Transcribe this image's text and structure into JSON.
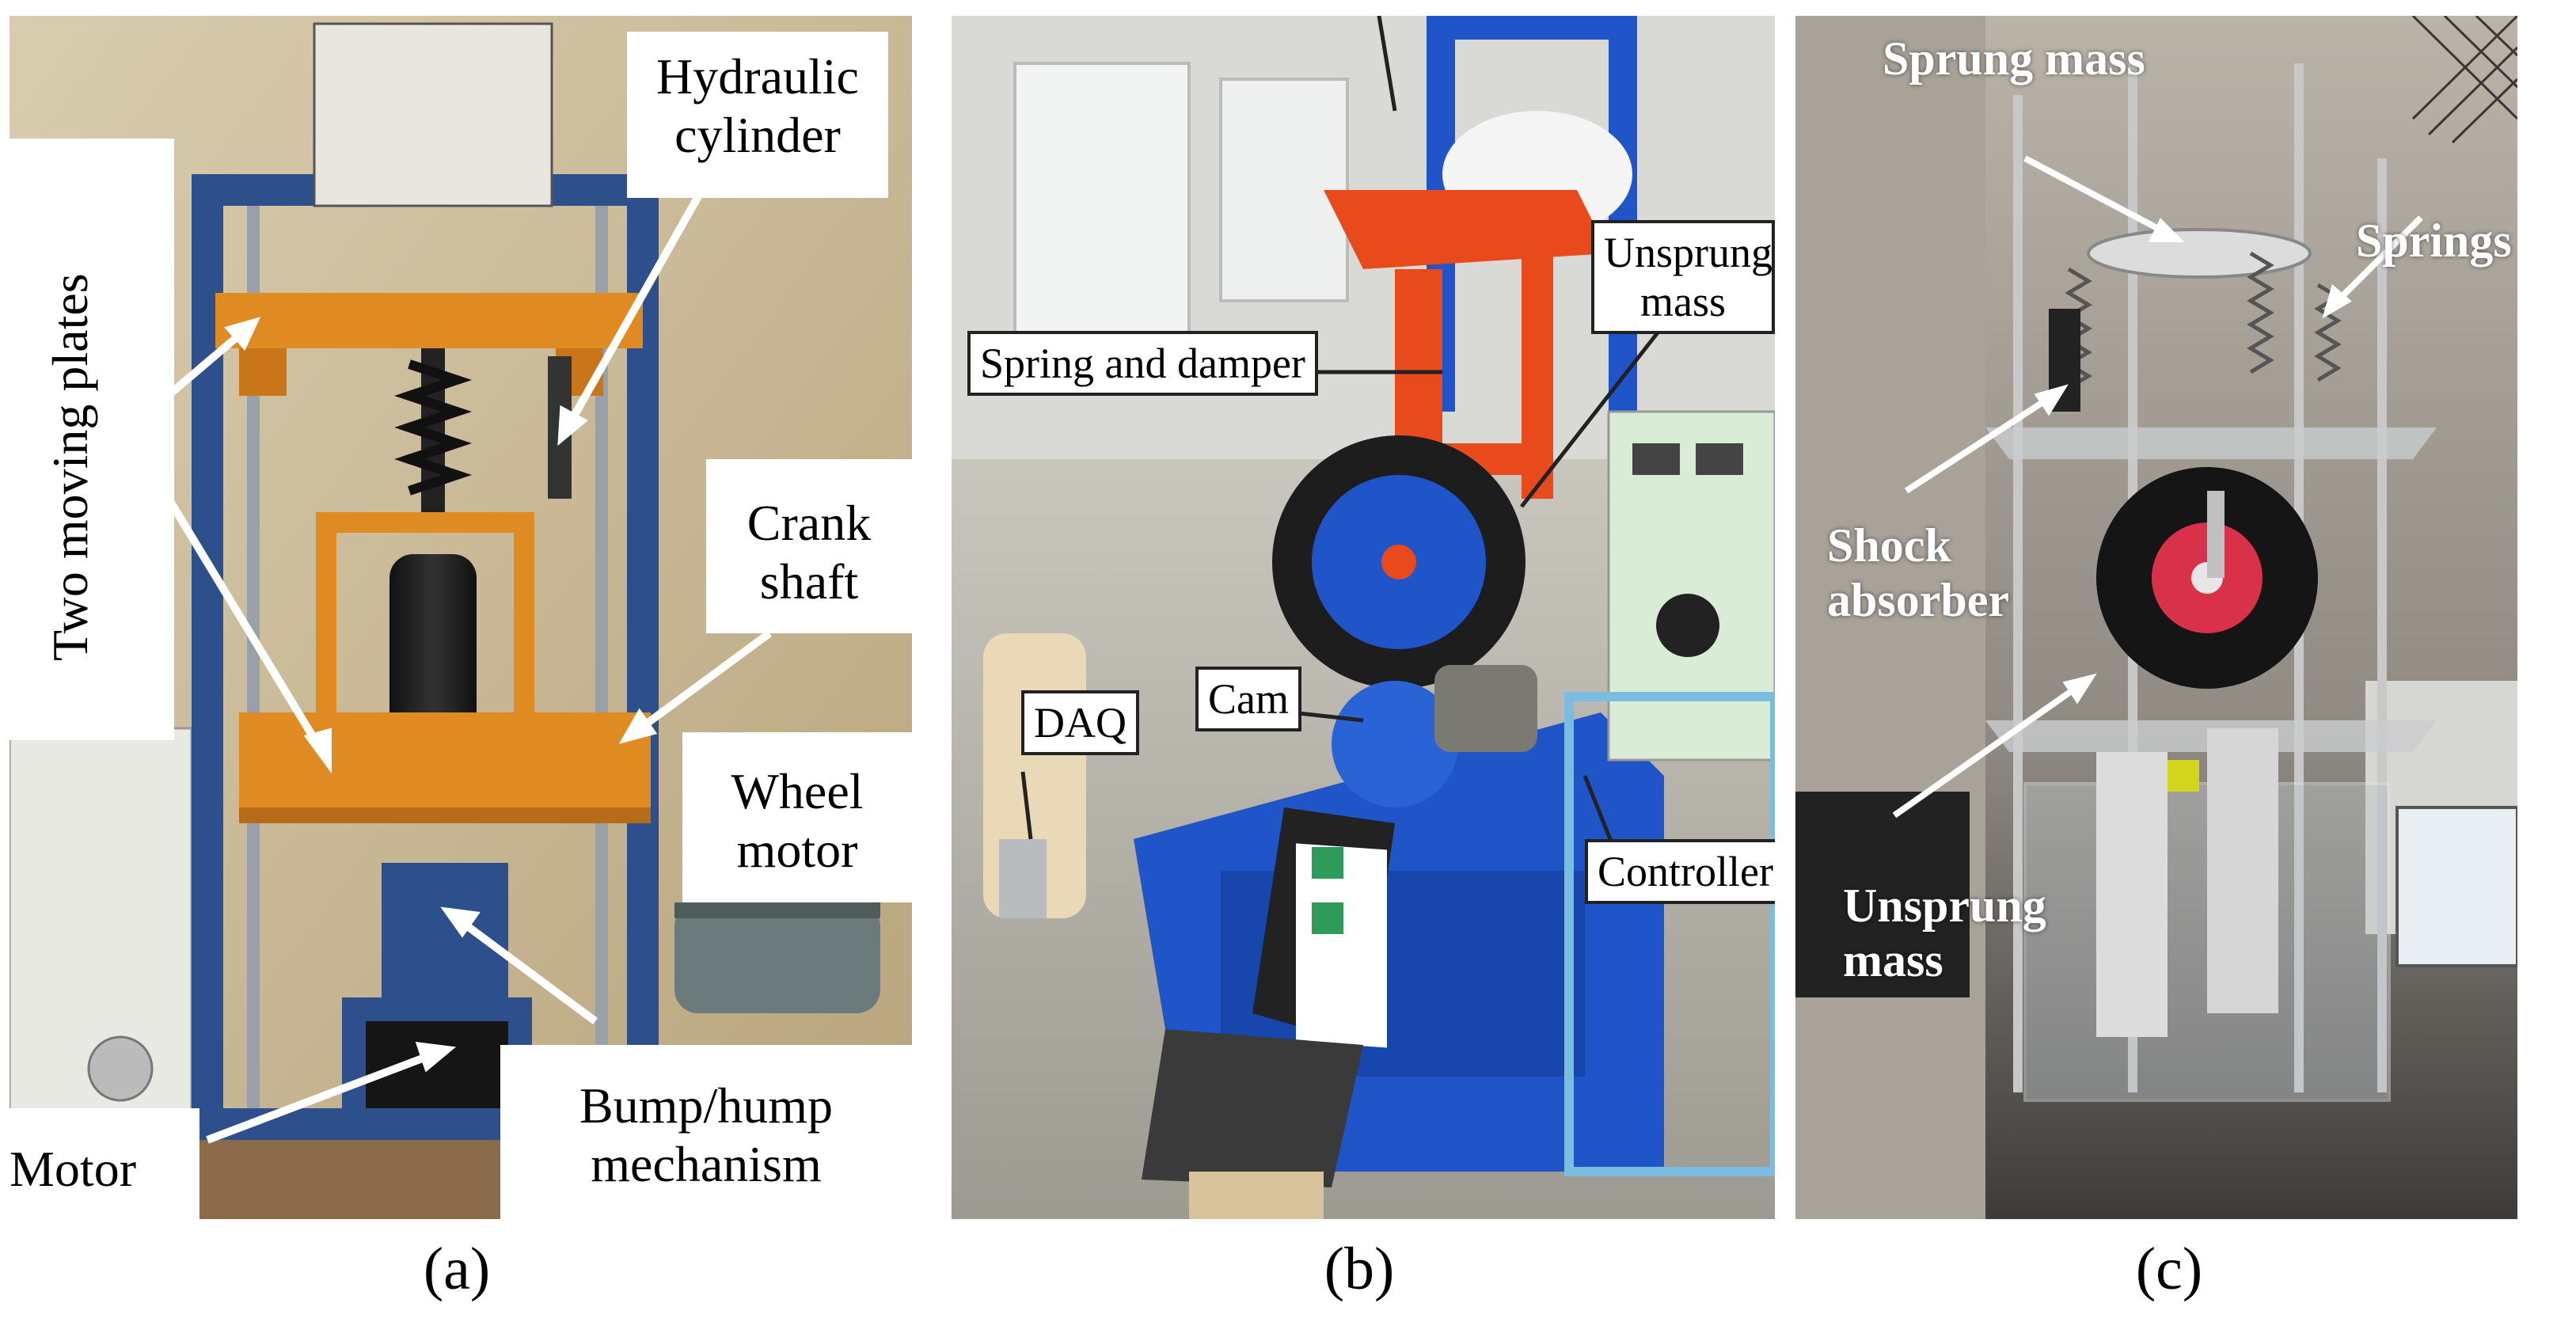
{
  "colors": {
    "frame_blue": "#2d4f8c",
    "plate_orange": "#e08a22",
    "rig_blue": "#1f55c8",
    "rig_red": "#e84a1c",
    "annotation_white": "#ffffff"
  },
  "panel_a": {
    "caption": "(a)",
    "labels": {
      "two_moving_plates": "Two moving plates",
      "hydraulic_line1": "Hydraulic",
      "hydraulic_line2": "cylinder",
      "crank_line1": "Crank",
      "crank_line2": "shaft",
      "wheel_line1": "Wheel",
      "wheel_line2": "motor",
      "motor": "Motor",
      "bump_line1": "Bump/hump",
      "bump_line2": "mechanism"
    }
  },
  "panel_b": {
    "caption": "(b)",
    "labels": {
      "spring_damper": "Spring and damper",
      "unsprung_line1": "Unsprung",
      "unsprung_line2": "mass",
      "daq": "DAQ",
      "cam": "Cam",
      "controller": "Controller"
    }
  },
  "panel_c": {
    "caption": "(c)",
    "labels": {
      "sprung_mass": "Sprung mass",
      "springs": "Springs",
      "shock_line1": "Shock",
      "shock_line2": "absorber",
      "unsprung_line1": "Unsprung",
      "unsprung_line2": "mass"
    }
  }
}
